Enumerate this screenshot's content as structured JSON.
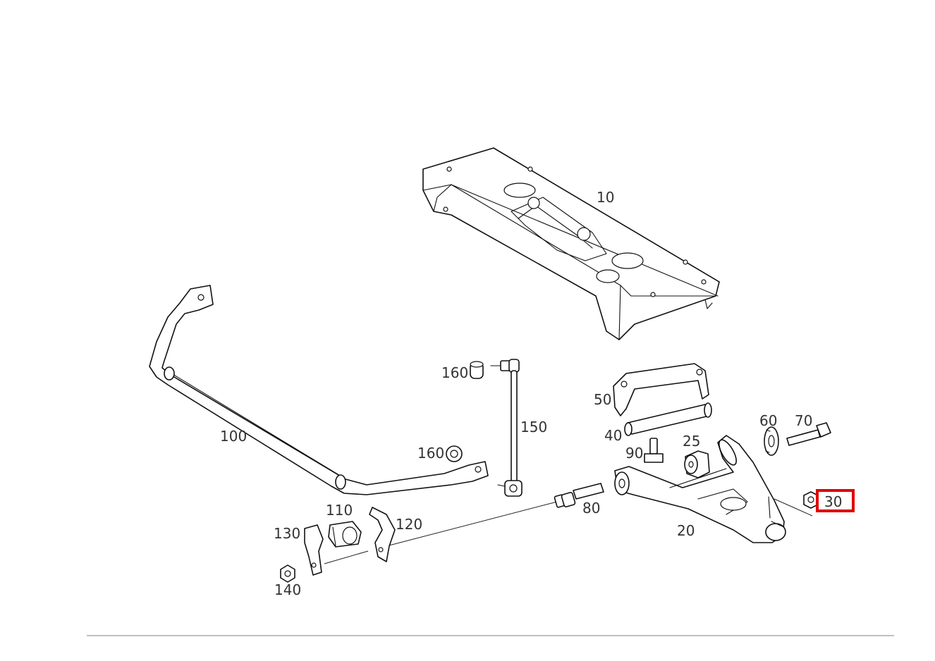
{
  "callouts": {
    "c10": "10",
    "c20": "20",
    "c25": "25",
    "c30": "30",
    "c40": "40",
    "c50": "50",
    "c60": "60",
    "c70": "70",
    "c80": "80",
    "c90": "90",
    "c100": "100",
    "c110": "110",
    "c120": "120",
    "c130": "130",
    "c140": "140",
    "c150": "150",
    "c160a": "160",
    "c160b": "160"
  },
  "highlighted_callout": "30",
  "colors": {
    "highlight": "#e00000",
    "line": "#111111",
    "label": "#333333",
    "footer_rule": "#9a9a9a"
  }
}
